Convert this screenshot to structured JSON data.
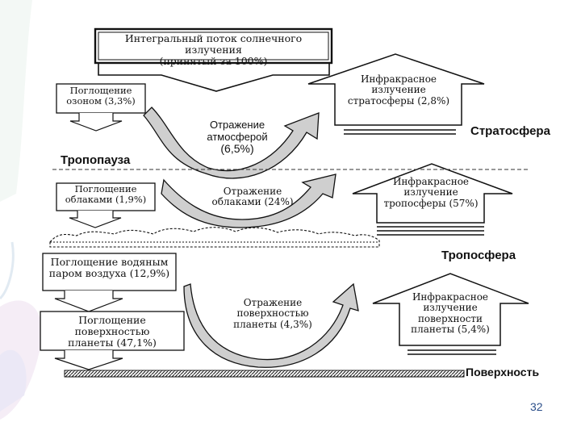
{
  "zones": {
    "stratosphere": "Стратосфера",
    "tropopause": "Тропопауза",
    "troposphere": "Тропосфера",
    "surface": "Поверхность"
  },
  "incoming": {
    "line1": "Интегральный поток солнечного излучения",
    "line2": "(принятый за 100%)"
  },
  "absorption": {
    "ozone": {
      "line1": "Поглощение",
      "line2": "озоном (3,3%)"
    },
    "clouds": {
      "line1": "Поглощение",
      "line2": "облаками (1,9%)"
    },
    "vapor": {
      "line1": "Поглощение водяным",
      "line2": "паром воздуха (12,9%)"
    },
    "surface": {
      "line1": "Поглощение поверхностью",
      "line2": "планеты (47,1%)"
    }
  },
  "reflection": {
    "atmosphere": {
      "line1": "Отражение",
      "line2": "атмосферой",
      "line3": "(6,5%)"
    },
    "clouds": {
      "line1": "Отражение",
      "line2": "облаками (24%)"
    },
    "surface": {
      "line1": "Отражение",
      "line2": "поверхностью",
      "line3": "планеты (4,3%)"
    }
  },
  "infrared": {
    "stratosphere": {
      "line1": "Инфракрасное",
      "line2": "излучение",
      "line3": "стратосферы (2,8%)"
    },
    "troposphere": {
      "line1": "Инфракрасное",
      "line2": "излучение",
      "line3": "тропосферы (57%)"
    },
    "surface": {
      "line1": "Инфракрасное",
      "line2": "излучение",
      "line3": "поверхности",
      "line4": "планеты (5,4%)"
    }
  },
  "page_number": "32",
  "colors": {
    "page_number": "#2c4f8a",
    "curve_fill": "#cfcfcf",
    "ink": "#111111"
  }
}
